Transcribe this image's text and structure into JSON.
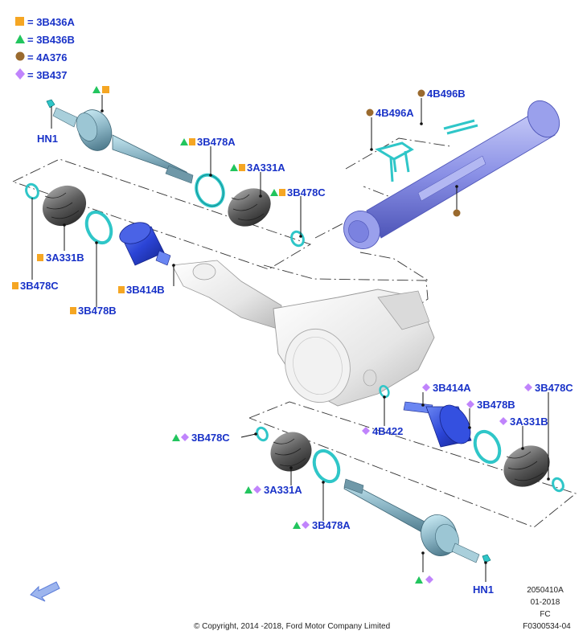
{
  "legend": [
    {
      "symbol": "orange-square",
      "text": "= 3B436A"
    },
    {
      "symbol": "green-triangle",
      "text": "= 3B436B"
    },
    {
      "symbol": "brown-circle",
      "text": "= 4A376"
    },
    {
      "symbol": "purple-diamond",
      "text": "= 3B437"
    }
  ],
  "colors": {
    "label": "#1a33c8",
    "orange": "#f5a623",
    "green": "#22c55e",
    "brown": "#9a6a2e",
    "purple": "#c084fc",
    "cyan": "#2fc6c8",
    "blue_part": "#2b44d6",
    "gray_part": "#555555",
    "driveshaft": "#8a90e6",
    "arrow": "#7f9fe6"
  },
  "labels": {
    "hn1_top": "HN1",
    "p_3b478a_top": "3B478A",
    "p_3a331a_top": "3A331A",
    "p_3b478c_top": "3B478C",
    "p_3a331b_left": "3A331B",
    "p_3b478c_left": "3B478C",
    "p_3b414b": "3B414B",
    "p_3b478b_left": "3B478B",
    "p_4b496a": "4B496A",
    "p_4b496b": "4B496B",
    "p_3b414a": "3B414A",
    "p_3b478b_right": "3B478B",
    "p_3b478c_right": "3B478C",
    "p_3a331b_right": "3A331B",
    "p_4b422": "4B422",
    "p_3b478c_bottom": "3B478C",
    "p_3a331a_bottom": "3A331A",
    "p_3b478a_bottom": "3B478A",
    "hn1_bottom": "HN1"
  },
  "footer": {
    "copyright": "© Copyright, 2014 -2018, Ford Motor Company Limited",
    "ref1": "2050410A",
    "ref2": "01-2018",
    "ref3": "FC",
    "ref4": "F0300534-04"
  },
  "icons": {
    "nav": "back-arrow-icon"
  }
}
